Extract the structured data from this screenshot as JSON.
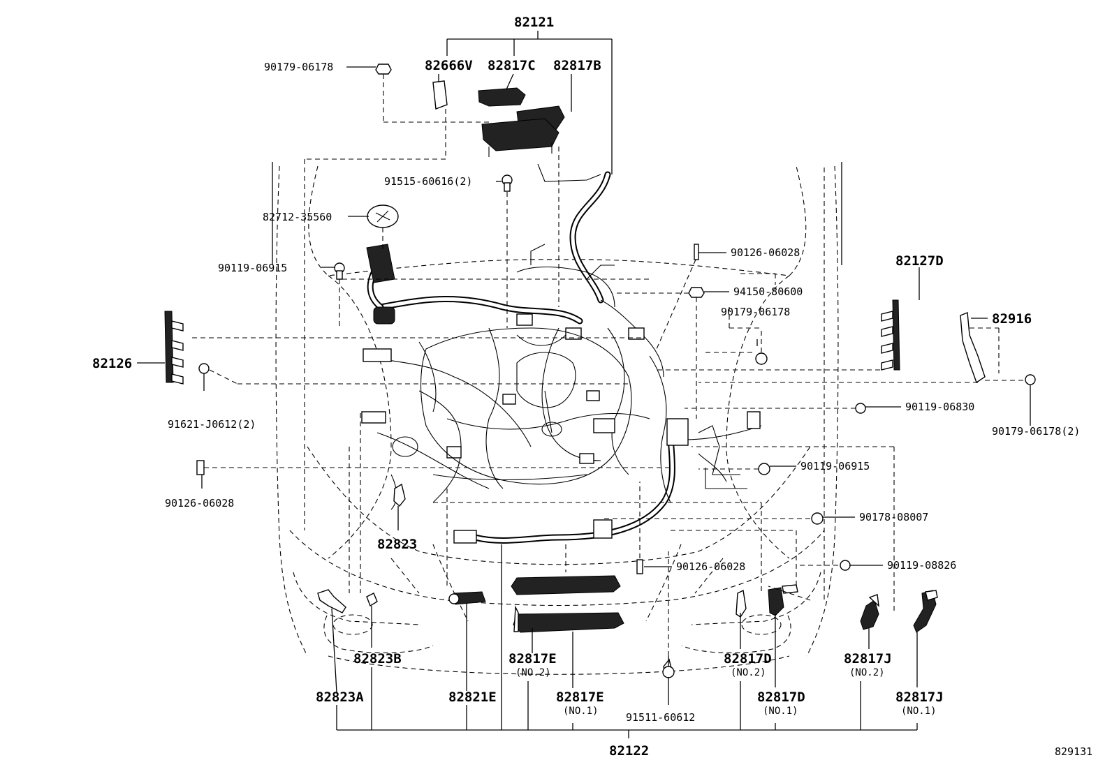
{
  "labels": {
    "p82121": "82121",
    "p90179_top": "90179-06178",
    "p82666V": "82666V",
    "p82817C": "82817C",
    "p82817B": "82817B",
    "p91515": "91515-60616(2)",
    "p82712": "82712-35560",
    "p90119_06915_l": "90119-06915",
    "p90126_06028_t": "90126-06028",
    "p94150": "94150-80600",
    "p90179_mid": "90179-06178",
    "p82127D": "82127D",
    "p82916": "82916",
    "p82126": "82126",
    "p91621": "91621-J0612(2)",
    "p90119_06830": "90119-06830",
    "p90179_2": "90179-06178(2)",
    "p90119_06915_r": "90119-06915",
    "p90126_06028_l": "90126-06028",
    "p90178": "90178-08007",
    "p82823": "82823",
    "p90126_06028_b": "90126-06028",
    "p90119_08826": "90119-08826",
    "p82823B": "82823B",
    "p82817E_2": "82817E",
    "p82817E_2n": "(NO.2)",
    "p82817D_2": "82817D",
    "p82817D_2n": "(NO.2)",
    "p82817J_2": "82817J",
    "p82817J_2n": "(NO.2)",
    "p82823A": "82823A",
    "p82821E": "82821E",
    "p82817E_1": "82817E",
    "p82817E_1n": "(NO.1)",
    "p91511": "91511-60612",
    "p82817D_1": "82817D",
    "p82817D_1n": "(NO.1)",
    "p82817J_1": "82817J",
    "p82817J_1n": "(NO.1)",
    "p82122": "82122",
    "code": "829131"
  }
}
